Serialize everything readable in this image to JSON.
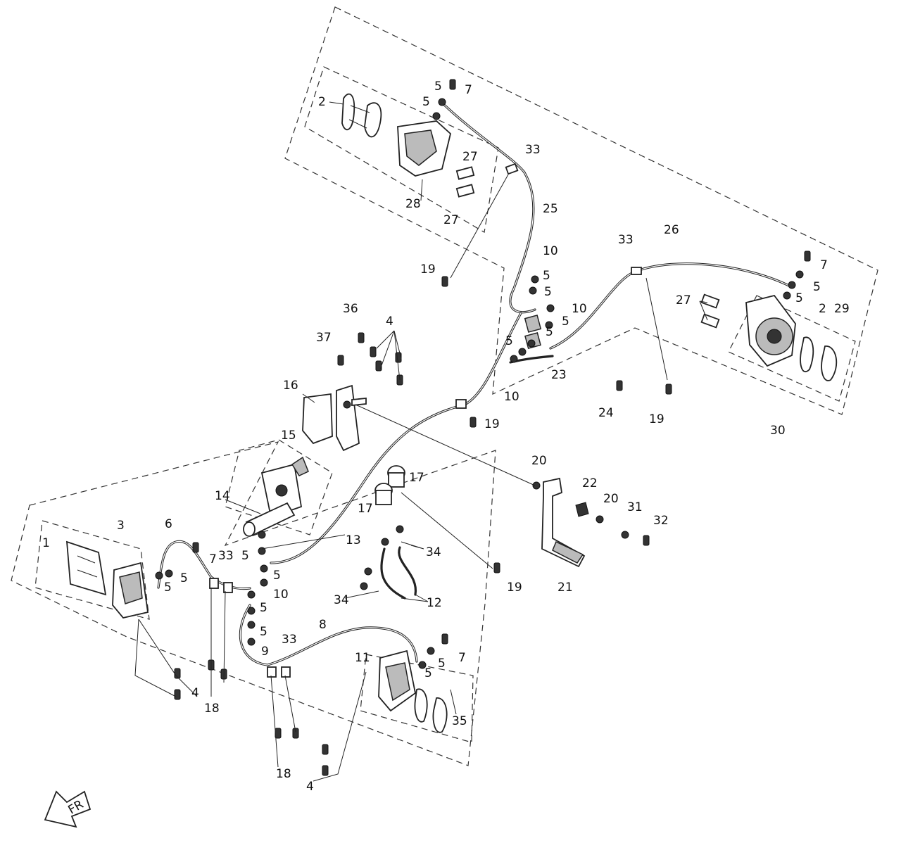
{
  "diagram": {
    "callouts": [
      {
        "id": "c2a",
        "text": "2"
      },
      {
        "id": "c5a",
        "text": "5"
      },
      {
        "id": "c7a",
        "text": "7"
      },
      {
        "id": "c5b",
        "text": "5"
      },
      {
        "id": "c27a",
        "text": "27"
      },
      {
        "id": "c28",
        "text": "28"
      },
      {
        "id": "c27b",
        "text": "27"
      },
      {
        "id": "c33a",
        "text": "33"
      },
      {
        "id": "c25",
        "text": "25"
      },
      {
        "id": "c19a",
        "text": "19"
      },
      {
        "id": "c10a",
        "text": "10"
      },
      {
        "id": "c5c",
        "text": "5"
      },
      {
        "id": "c5d",
        "text": "5"
      },
      {
        "id": "c10b",
        "text": "10"
      },
      {
        "id": "c5e",
        "text": "5"
      },
      {
        "id": "c5f",
        "text": "5"
      },
      {
        "id": "c5g",
        "text": "5"
      },
      {
        "id": "c10c",
        "text": "10"
      },
      {
        "id": "c23",
        "text": "23"
      },
      {
        "id": "c24",
        "text": "24"
      },
      {
        "id": "c33b",
        "text": "33"
      },
      {
        "id": "c26",
        "text": "26"
      },
      {
        "id": "c7b",
        "text": "7"
      },
      {
        "id": "c5h",
        "text": "5"
      },
      {
        "id": "c5i",
        "text": "5"
      },
      {
        "id": "c27c",
        "text": "27"
      },
      {
        "id": "c2b",
        "text": "2"
      },
      {
        "id": "c29",
        "text": "29"
      },
      {
        "id": "c19b",
        "text": "19"
      },
      {
        "id": "c30",
        "text": "30"
      },
      {
        "id": "c36",
        "text": "36"
      },
      {
        "id": "c37",
        "text": "37"
      },
      {
        "id": "c4a",
        "text": "4"
      },
      {
        "id": "c16",
        "text": "16"
      },
      {
        "id": "c19c",
        "text": "19"
      },
      {
        "id": "c15",
        "text": "15"
      },
      {
        "id": "c20a",
        "text": "20"
      },
      {
        "id": "c17a",
        "text": "17"
      },
      {
        "id": "c22",
        "text": "22"
      },
      {
        "id": "c17b",
        "text": "17"
      },
      {
        "id": "c20b",
        "text": "20"
      },
      {
        "id": "c31",
        "text": "31"
      },
      {
        "id": "c32",
        "text": "32"
      },
      {
        "id": "c14",
        "text": "14"
      },
      {
        "id": "c13",
        "text": "13"
      },
      {
        "id": "c34a",
        "text": "34"
      },
      {
        "id": "c19d",
        "text": "19"
      },
      {
        "id": "c21",
        "text": "21"
      },
      {
        "id": "c34b",
        "text": "34"
      },
      {
        "id": "c12",
        "text": "12"
      },
      {
        "id": "c1",
        "text": "1"
      },
      {
        "id": "c3",
        "text": "3"
      },
      {
        "id": "c6",
        "text": "6"
      },
      {
        "id": "c7c",
        "text": "7"
      },
      {
        "id": "c33c",
        "text": "33"
      },
      {
        "id": "c5j",
        "text": "5"
      },
      {
        "id": "c5k",
        "text": "5"
      },
      {
        "id": "c5l",
        "text": "5"
      },
      {
        "id": "c5m",
        "text": "5"
      },
      {
        "id": "c10d",
        "text": "10"
      },
      {
        "id": "c5n",
        "text": "5"
      },
      {
        "id": "c5o",
        "text": "5"
      },
      {
        "id": "c9",
        "text": "9"
      },
      {
        "id": "c8",
        "text": "8"
      },
      {
        "id": "c33d",
        "text": "33"
      },
      {
        "id": "c11",
        "text": "11"
      },
      {
        "id": "c5p",
        "text": "5"
      },
      {
        "id": "c5q",
        "text": "5"
      },
      {
        "id": "c7d",
        "text": "7"
      },
      {
        "id": "c35",
        "text": "35"
      },
      {
        "id": "c4b",
        "text": "4"
      },
      {
        "id": "c18a",
        "text": "18"
      },
      {
        "id": "c18b",
        "text": "18"
      },
      {
        "id": "c4c",
        "text": "4"
      }
    ],
    "fr_mark": "FR"
  }
}
